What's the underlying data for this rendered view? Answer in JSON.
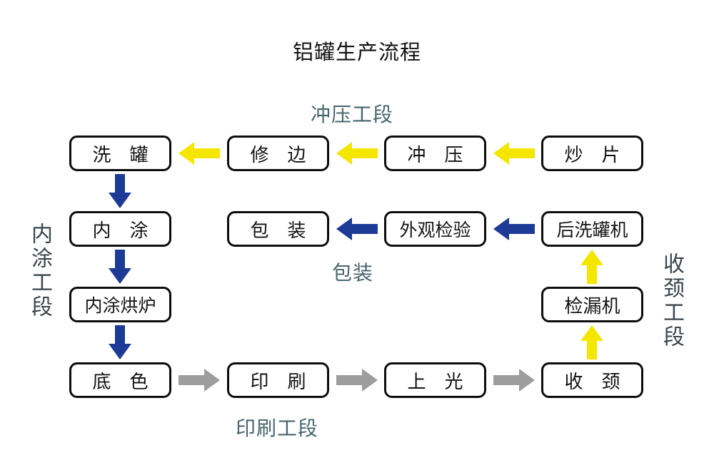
{
  "title": "铝罐生产流程",
  "sections": {
    "stamping": "冲压工段",
    "inner_coating": "内涂工段",
    "necking": "收颈工段",
    "packing": "包装",
    "printing": "印刷工段"
  },
  "nodes": {
    "wash_can": "洗　罐",
    "trim": "修　边",
    "stamp": "冲　压",
    "sheet_fry": "炒　片",
    "inner_coat": "内　涂",
    "pack": "包　装",
    "visual_inspect": "外观检验",
    "post_wash_machine": "后洗罐机",
    "inner_coat_oven": "内涂烘炉",
    "leak_tester": "检漏机",
    "base_coat": "底　色",
    "print": "印　刷",
    "varnish": "上　光",
    "neck": "收　颈"
  },
  "flow_order": [
    "炒片",
    "冲压",
    "修边",
    "洗罐",
    "内涂",
    "内涂烘炉",
    "底色",
    "印刷",
    "上光",
    "收颈",
    "检漏机",
    "后洗罐机",
    "外观检验",
    "包装"
  ],
  "colors": {
    "bg": "#ffffff",
    "box_border": "#0d0d0d",
    "box_text": "#141414",
    "arrow_yellow": "#f5e600",
    "arrow_blue": "#1d3a96",
    "arrow_gray": "#9d9d9d",
    "label_teal": "#47666f",
    "label_dark": "#3a464b"
  }
}
